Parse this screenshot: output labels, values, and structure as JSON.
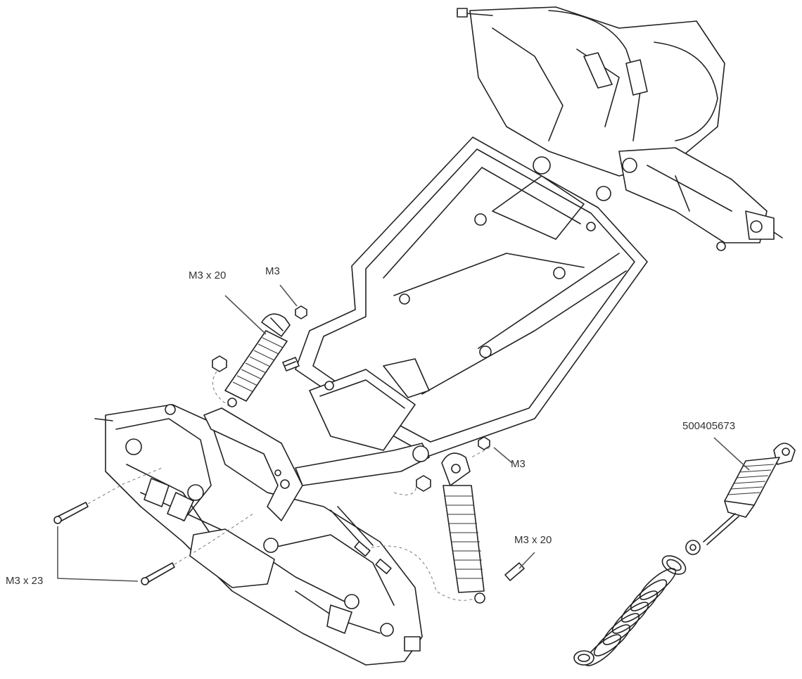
{
  "callouts": {
    "screw_top_left": "M3 x 20",
    "nut_top": "M3",
    "nut_right": "M3",
    "screw_right": "M3 x 20",
    "pins_left": "M3 x 23",
    "part_number": "500405673"
  }
}
